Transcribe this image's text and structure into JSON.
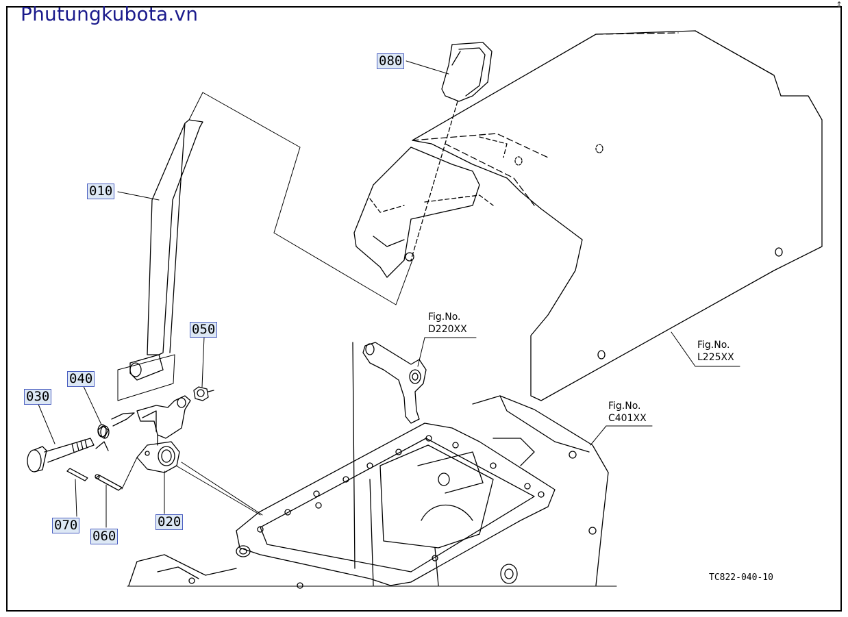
{
  "watermark": "Phutungkubota.vn",
  "corner_mark": "↕",
  "diagram_code": "TC822-040-10",
  "callouts": {
    "p010": "010",
    "p020": "020",
    "p030": "030",
    "p040": "040",
    "p050": "050",
    "p060": "060",
    "p070": "070",
    "p080": "080"
  },
  "fig_refs": {
    "d220": {
      "label": "Fig.No.",
      "code": "D220XX"
    },
    "l225": {
      "label": "Fig.No.",
      "code": "L225XX"
    },
    "c401": {
      "label": "Fig.No.",
      "code": "C401XX"
    }
  },
  "colors": {
    "ink": "#000000",
    "callout_bg": "#dde8f5",
    "callout_border": "#4a5ec0",
    "watermark": "#1a1a8c"
  }
}
